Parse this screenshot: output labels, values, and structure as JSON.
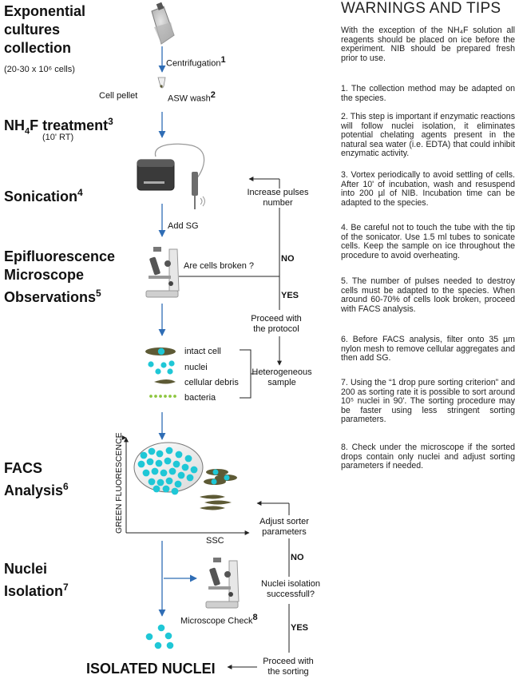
{
  "steps": {
    "step1_line1": "Exponential",
    "step1_line2": "cultures",
    "step1_line3": "collection",
    "step1_note": "(20-30 x 10⁶ cells)",
    "step2_main": "NH",
    "step2_sub": "4",
    "step2_rest": "F treatment",
    "step2_num": "3",
    "step2_note": "(10' RT)",
    "step3": "Sonication",
    "step3_num": "4",
    "step4_line1": "Epifluorescence",
    "step4_line2": "Microscope",
    "step4_line3": "Observations",
    "step4_num": "5",
    "step5_line1": "FACS",
    "step5_line2": "Analysis",
    "step5_num": "6",
    "step6_line1": "Nuclei",
    "step6_line2": "Isolation",
    "step6_num": "7",
    "final": "ISOLATED NUCLEI"
  },
  "flow": {
    "centrifugation": "Centrifugation",
    "centrifugation_num": "1",
    "cell_pellet": "Cell pellet",
    "asw_wash": "ASW wash",
    "asw_num": "2",
    "increase_1": "Increase pulses",
    "increase_2": "number",
    "add_sg": "Add SG",
    "are_cells_broken": "Are cells broken ?",
    "no1": "NO",
    "yes1": "YES",
    "proceed_1": "Proceed with",
    "proceed_2": "the protocol",
    "heterogeneous_1": "Heterogeneous",
    "heterogeneous_2": "sample",
    "adjust_1": "Adjust sorter",
    "adjust_2": "parameters",
    "no2": "NO",
    "nuclei_q1": "Nuclei isolation",
    "nuclei_q2": "successfull?",
    "yes2": "YES",
    "proceed_sort_1": "Proceed with",
    "proceed_sort_2": "the sorting",
    "microscope_check": "Microscope Check",
    "microscope_num": "8"
  },
  "legend": {
    "intact_cell": "intact cell",
    "nuclei": "nuclei",
    "cellular_debris": "cellular debris",
    "bacteria": "bacteria"
  },
  "facs": {
    "y_axis": "GREEN FLUORESCENCE",
    "x_axis": "SSC"
  },
  "tips": {
    "title": "WARNINGS AND TIPS",
    "intro": "With the exception of the NH₄F solution all reagents should be placed on ice before the experiment. NIB should be prepared fresh prior to use.",
    "t1": "1. The collection method may be adapted on the species.",
    "t2": "2. This step is important if enzymatic reactions will follow nuclei isolation, it eliminates potential chelating agents present in the natural sea water (i.e. EDTA) that could inhibit enzymatic activity.",
    "t3": "3. Vortex periodically to avoid settling of cells. After 10' of incubation, wash and resuspend into 200 µl of NIB. Incubation time can be adapted to the species.",
    "t4": "4. Be careful not to touch the tube with the tip of the sonicator. Use 1.5 ml tubes to sonicate cells. Keep the sample on ice throughout the procedure to avoid overheating.",
    "t5": "5. The number of pulses needed to destroy cells must be adapted to the species. When around 60-70% of cells look broken, proceed with FACS analysis.",
    "t6": "6. Before FACS analysis, filter onto 35 µm nylon mesh to remove cellular aggregates and then add SG.",
    "t7": "7. Using the “1 drop pure sorting criterion” and 200 as sorting rate it is possible to sort around 10⁵ nuclei in 90'. The sorting procedure may be faster using less stringent sorting parameters.",
    "t8": "8. Check under the microscope if the sorted drops contain only nuclei and adjust sorting parameters if needed."
  },
  "colors": {
    "arrow_blue": "#2f6db5",
    "nucleus_cyan": "#1fc7d6",
    "cell_olive": "#5d5a35",
    "bacteria_green": "#8dc63f"
  }
}
